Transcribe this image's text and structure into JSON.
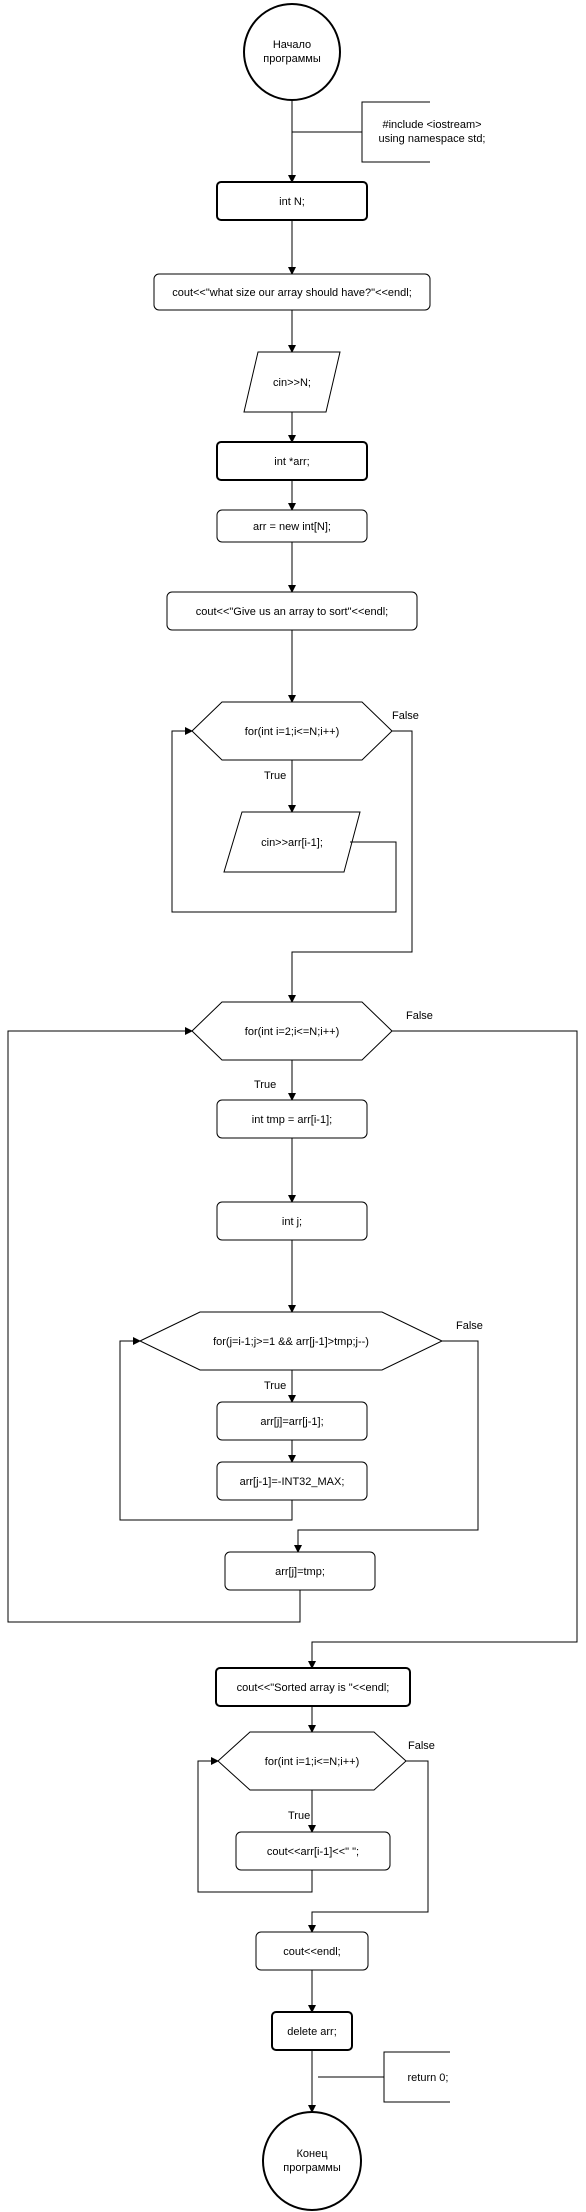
{
  "flowchart": {
    "start": [
      "Начало",
      "программы"
    ],
    "include_note": [
      "#include <iostream>",
      "using namespace std;"
    ],
    "decl_n": "int N;",
    "prompt_size": "cout<<\"what size our array should have?\"<<endl;",
    "input_n": "cin>>N;",
    "decl_arr": "int *arr;",
    "alloc_arr": "arr = new int[N];",
    "prompt_array": "cout<<\"Give us an array to sort\"<<endl;",
    "loop_input": "for(int i=1;i<=N;i++)",
    "input_elem": "cin>>arr[i-1];",
    "loop_outer": "for(int i=2;i<=N;i++)",
    "decl_tmp": "int tmp = arr[i-1];",
    "decl_j": "int j;",
    "loop_inner": "for(j=i-1;j>=1 && arr[j-1]>tmp;j--)",
    "shift_elem": "arr[j]=arr[j-1];",
    "set_sentinel": "arr[j-1]=-INT32_MAX;",
    "place_tmp": "arr[j]=tmp;",
    "print_header": "cout<<\"Sorted array is \"<<endl;",
    "loop_output": "for(int i=1;i<=N;i++)",
    "print_elem": "cout<<arr[i-1]<<\" \";",
    "print_endl": "cout<<endl;",
    "delete_arr": "delete arr;",
    "return_note": "return 0;",
    "end": [
      "Конец",
      "программы"
    ],
    "true_label": "True",
    "false_label": "False"
  }
}
